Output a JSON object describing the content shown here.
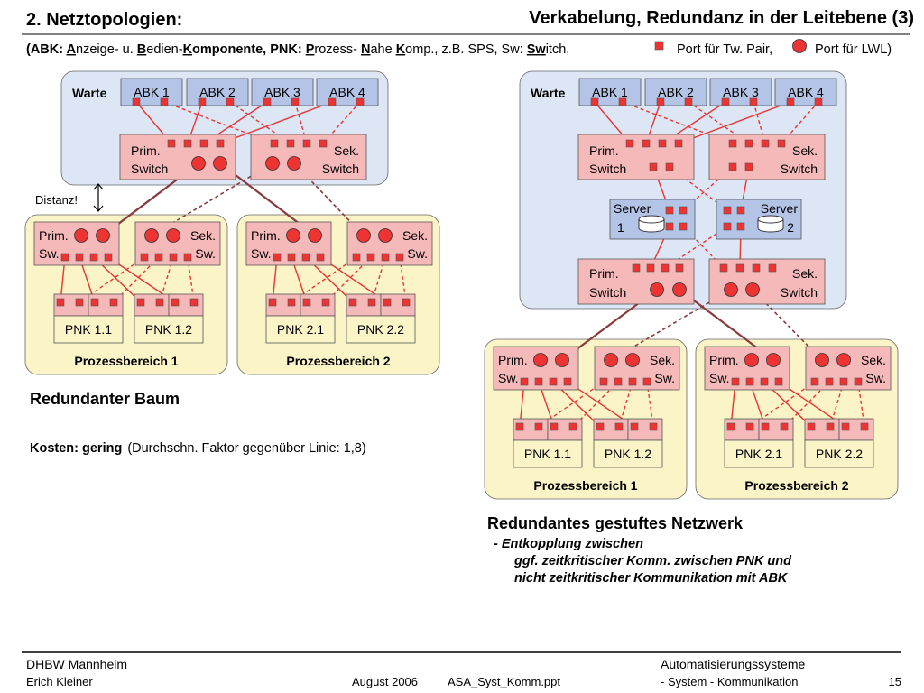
{
  "header": {
    "title_left": "2. Netztopologien:",
    "title_right": "Verkabelung, Redundanz in der Leitebene (3)"
  },
  "legend": {
    "p1": "(ABK: ",
    "p2": "A",
    "p3": "nzeige- u. ",
    "p4": "B",
    "p5": "edien-",
    "p6": "K",
    "p7": "omponente, PNK: ",
    "p8": "P",
    "p9": "rozess- ",
    "p10": "N",
    "p11": "ahe ",
    "p12": "K",
    "p13": "omp., z.B. SPS, Sw: ",
    "p14": "Sw",
    "p15": "itch,",
    "tp": "Port für Tw. Pair,",
    "lwl": "Port für LWL)"
  },
  "labels": {
    "warte": "Warte",
    "abk": [
      "ABK 1",
      "ABK 2",
      "ABK 3",
      "ABK 4"
    ],
    "prim": "Prim.",
    "sek": "Sek.",
    "switch": "Switch",
    "sw": "Sw.",
    "server": "Server",
    "server_nums": [
      "1",
      "2"
    ],
    "pnk": [
      "PNK 1.1",
      "PNK 1.2",
      "PNK 2.1",
      "PNK 2.2"
    ],
    "bereich": [
      "Prozessbereich  1",
      "Prozessbereich  2"
    ],
    "distanz": "Distanz!"
  },
  "left": {
    "heading": "Redundanter Baum",
    "cost_label": "Kosten: gering",
    "cost_note": "(Durchschn. Faktor gegenüber Linie: 1,8)"
  },
  "right": {
    "heading": "Redundantes gestuftes Netzwerk",
    "note1": "- Entkopplung zwischen",
    "note2": "ggf. zeitkritischer Komm. zwischen PNK und",
    "note3": "nicht zeitkritischer Kommunikation mit ABK"
  },
  "footer": {
    "school": "DHBW  Mannheim",
    "author": "Erich Kleiner",
    "date": "August 2006",
    "file": "ASA_Syst_Komm.ppt",
    "course": "Automatisierungssysteme",
    "topic": "- System - Kommunikation",
    "page": "15"
  },
  "colors": {
    "warte_bg": "#dde6f5",
    "abk_bg": "#b4c4e6",
    "switch_bg": "#f6b9b9",
    "process_bg": "#fbf4c7",
    "port": "#ee3333",
    "wire": "#ee3333",
    "wire_dark": "#8a3a3a"
  },
  "icons": [
    "tp-port-icon",
    "lwl-port-icon",
    "database-icon",
    "double-arrow-icon"
  ]
}
